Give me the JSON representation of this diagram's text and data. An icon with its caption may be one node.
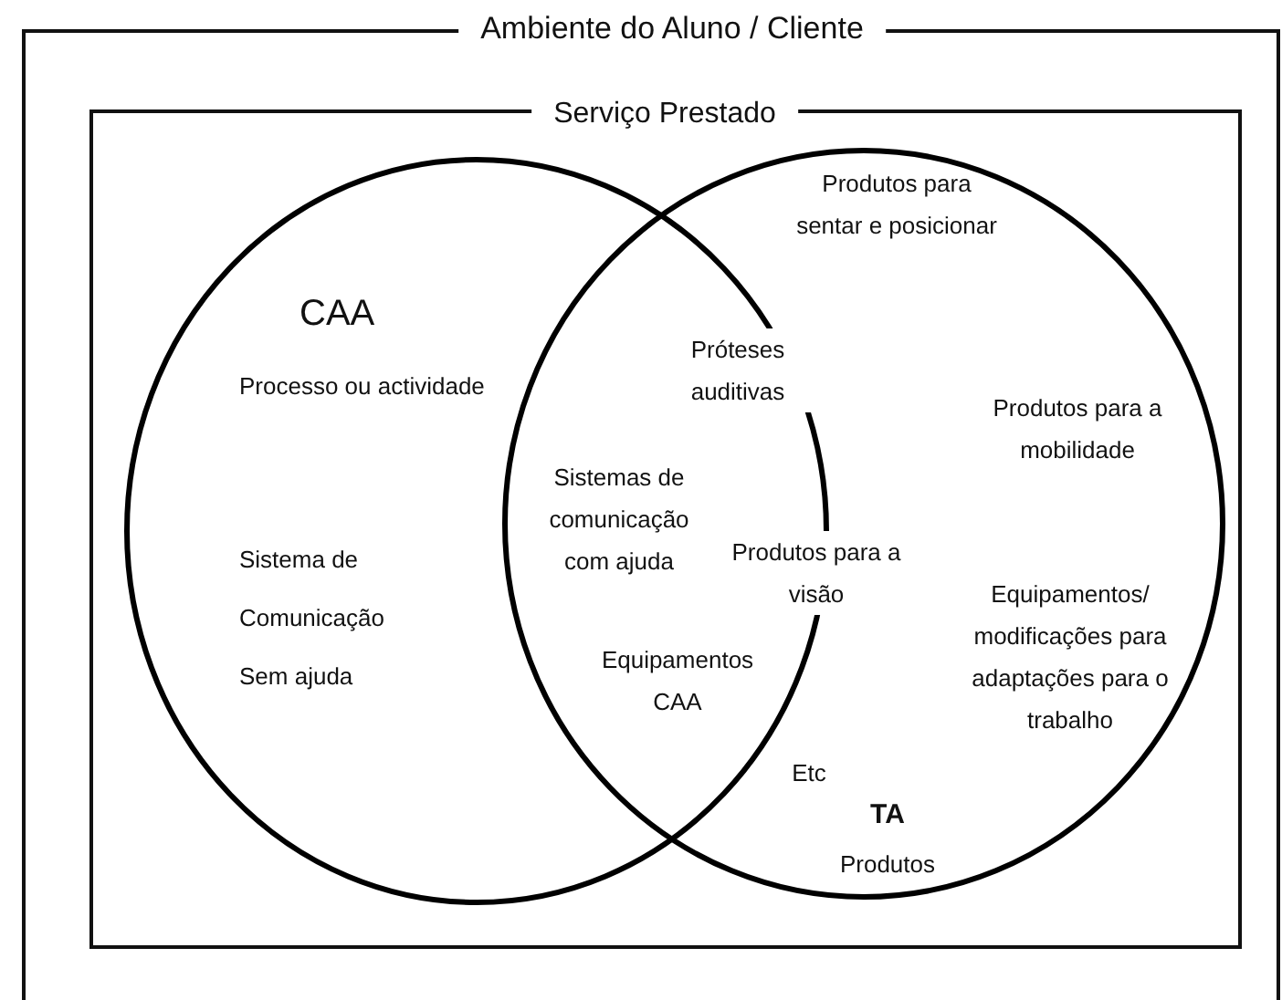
{
  "diagram": {
    "nodes": [
      {
        "text": [
          "Ambiente do Aluno / Cliente"
        ]
      },
      {
        "text": [
          "Serviço Prestado"
        ],
        "in": 0
      },
      {
        "text": [
          "CAA",
          "Processo ou actividade",
          "Sistema de Comunicação Sem ajuda"
        ],
        "in": 1
      },
      {
        "text": [
          "Produtos para sentar e posicionar",
          "Produtos para a mobilidade",
          "Equipamentos/ modificações para adaptações para o trabalho",
          "Etc",
          "TA",
          "Produtos"
        ],
        "in": 1
      }
    ],
    "edges": [],
    "labels": [
      "Próteses auditivas",
      "Sistemas de comunicação com ajuda",
      "Produtos para a visão",
      "Equipamentos CAA"
    ]
  }
}
